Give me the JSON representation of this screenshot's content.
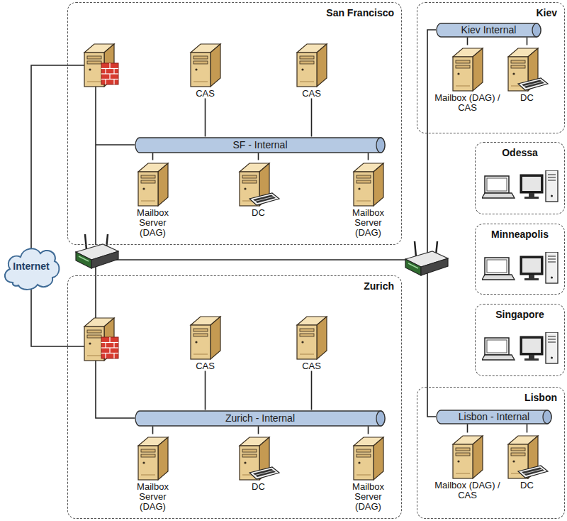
{
  "diagram": {
    "nodes": [
      {
        "text": [
          "San Francisco"
        ]
      },
      {
        "text": [
          "CAS"
        ],
        "in": 0
      },
      {
        "text": [
          "CAS"
        ],
        "in": 0
      },
      {
        "text": [
          "SF - Internal"
        ],
        "in": 0
      },
      {
        "text": [
          "Mailbox Server (DAG)"
        ],
        "in": 0
      },
      {
        "text": [
          "DC"
        ],
        "in": 0
      },
      {
        "text": [
          "Mailbox Server (DAG)"
        ],
        "in": 0
      },
      {
        "text": [
          "Kiev"
        ]
      },
      {
        "text": [
          "Kiev Internal"
        ],
        "in": 7
      },
      {
        "text": [
          "Mailbox (DAG) / CAS"
        ],
        "in": 7
      },
      {
        "text": [
          "DC"
        ],
        "in": 7
      },
      {
        "text": [
          "Odessa"
        ]
      },
      {
        "text": [
          "Minneapolis"
        ]
      },
      {
        "text": [
          "Singapore"
        ]
      },
      {
        "text": [
          "Internet"
        ]
      },
      {
        "text": [
          "Zurich"
        ]
      },
      {
        "text": [
          "CAS"
        ],
        "in": 15
      },
      {
        "text": [
          "CAS"
        ],
        "in": 15
      },
      {
        "text": [
          "Zurich - Internal"
        ],
        "in": 15
      },
      {
        "text": [
          "Mailbox Server (DAG)"
        ],
        "in": 15
      },
      {
        "text": [
          "DC"
        ],
        "in": 15
      },
      {
        "text": [
          "Mailbox Server (DAG)"
        ],
        "in": 15
      },
      {
        "text": [
          "Lisbon"
        ]
      },
      {
        "text": [
          "Lisbon - Internal"
        ],
        "in": 22
      },
      {
        "text": [
          "Mailbox (DAG) / CAS"
        ],
        "in": 22
      },
      {
        "text": [
          "DC"
        ],
        "in": 22
      }
    ],
    "edges": [
      {
        "from": 1,
        "to": 3,
        "arrow": "none"
      },
      {
        "from": 2,
        "to": 3,
        "arrow": "none"
      },
      {
        "from": 4,
        "to": 3,
        "arrow": "none"
      },
      {
        "from": 5,
        "to": 3,
        "arrow": "none"
      },
      {
        "from": 6,
        "to": 3,
        "arrow": "none"
      },
      {
        "from": 9,
        "to": 8,
        "arrow": "none"
      },
      {
        "from": 10,
        "to": 8,
        "arrow": "none"
      },
      {
        "from": 16,
        "to": 18,
        "arrow": "none"
      },
      {
        "from": 17,
        "to": 18,
        "arrow": "none"
      },
      {
        "from": 19,
        "to": 18,
        "arrow": "none"
      },
      {
        "from": 20,
        "to": 18,
        "arrow": "none"
      },
      {
        "from": 21,
        "to": 18,
        "arrow": "none"
      },
      {
        "from": 24,
        "to": 23,
        "arrow": "none"
      },
      {
        "from": 25,
        "to": 23,
        "arrow": "none"
      }
    ]
  }
}
